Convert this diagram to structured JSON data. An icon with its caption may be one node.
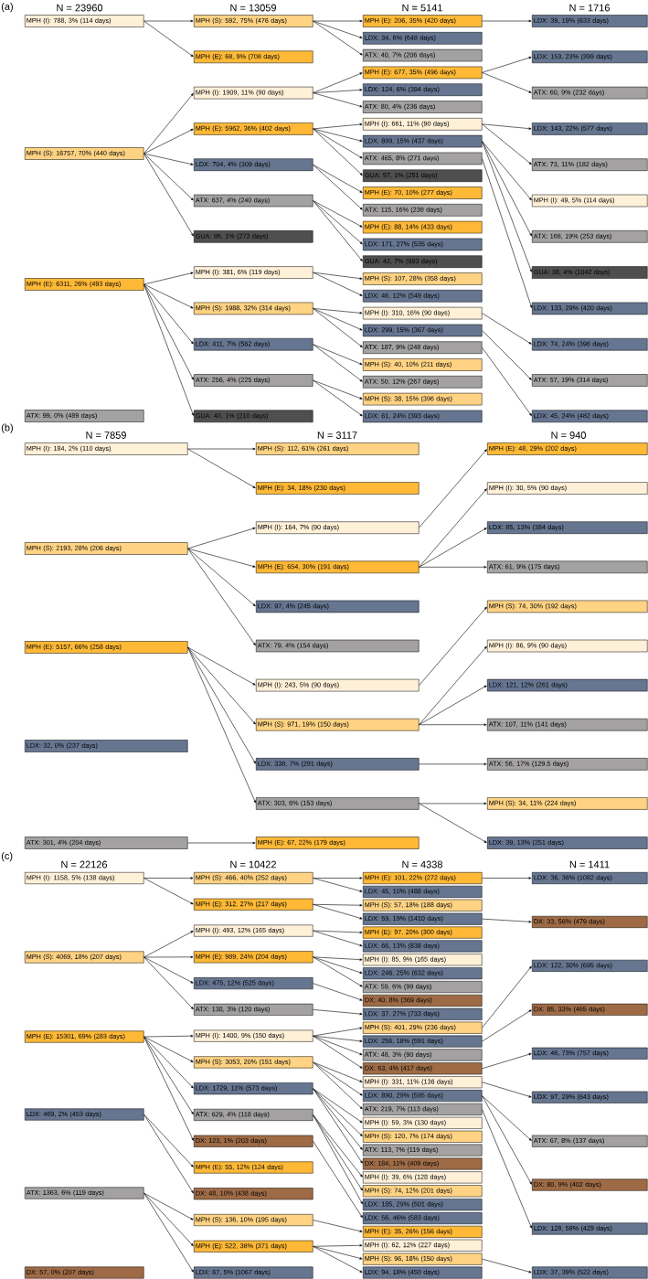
{
  "diagram": {
    "nodes": [
      {
        "text": [
          "MPH (I): 788, 3% (114 days)"
        ]
      },
      {
        "text": [
          "MPH (S): 16757, 70% (440 days)"
        ]
      },
      {
        "text": [
          "MPH (E): 6311, 26% (493 days)"
        ]
      },
      {
        "text": [
          "ATX: 99, 0% (489 days)"
        ]
      },
      {
        "text": [
          "MPH (S): 592, 75% (476 days)"
        ]
      },
      {
        "text": [
          "MPH (E): 68, 9% (708 days)"
        ]
      },
      {
        "text": [
          "MPH (I): 1909, 11% (90 days)"
        ]
      },
      {
        "text": [
          "MPH (E): 5962, 36% (402 days)"
        ]
      },
      {
        "text": [
          "LDX: 704, 4% (309 days)"
        ]
      },
      {
        "text": [
          "ATX: 637, 4% (240 days)"
        ]
      },
      {
        "text": [
          "GUA: 86, 1% (273 days)"
        ]
      },
      {
        "text": [
          "MPH (I): 381, 6% (119 days)"
        ]
      },
      {
        "text": [
          "MPH (S): 1988, 32% (314 days)"
        ]
      },
      {
        "text": [
          "LDX: 411, 7% (562 days)"
        ]
      },
      {
        "text": [
          "ATX: 256, 4% (225 days)"
        ]
      },
      {
        "text": [
          "GUA: 40, 1% (210 days)"
        ]
      },
      {
        "text": [
          "MPH (E): 206, 35% (420 days)"
        ]
      },
      {
        "text": [
          "LDX: 34, 6% (648 days)"
        ]
      },
      {
        "text": [
          "ATX: 40, 7% (206 days)"
        ]
      },
      {
        "text": [
          "MPH (E): 677, 35% (496 days)"
        ]
      },
      {
        "text": [
          "LDX: 124, 6% (394 days)"
        ]
      },
      {
        "text": [
          "ATX: 80, 4% (236 days)"
        ]
      },
      {
        "text": [
          "MPH (I): 661, 11% (90 days)"
        ]
      },
      {
        "text": [
          "LDX: 899, 15% (437 days)"
        ]
      },
      {
        "text": [
          "ATX: 465, 8% (271 days)"
        ]
      },
      {
        "text": [
          "GUA: 57, 1% (251 days)"
        ]
      },
      {
        "text": [
          "MPH (E): 70, 10% (277 days)"
        ]
      },
      {
        "text": [
          "ATX: 115, 16% (238 days)"
        ]
      },
      {
        "text": [
          "MPH (E): 88, 14% (433 days)"
        ]
      },
      {
        "text": [
          "LDX: 171, 27% (535 days)"
        ]
      },
      {
        "text": [
          "GUA: 42, 7% (693 days)"
        ]
      },
      {
        "text": [
          "MPH (S): 107, 28% (358 days)"
        ]
      },
      {
        "text": [
          "LDX: 46, 12% (549 days)"
        ]
      },
      {
        "text": [
          "MPH (I): 310, 16% (90 days)"
        ]
      },
      {
        "text": [
          "LDX: 299, 15% (367 days)"
        ]
      },
      {
        "text": [
          "ATX: 187, 9% (248 days)"
        ]
      },
      {
        "text": [
          "MPH (S): 40, 10% (211 days)"
        ]
      },
      {
        "text": [
          "ATX: 50, 12% (267 days)"
        ]
      },
      {
        "text": [
          "MPH (S): 38, 15% (396 days)"
        ]
      },
      {
        "text": [
          "LDX: 61, 24% (393 days)"
        ]
      },
      {
        "text": [
          "LDX: 39, 19% (633 days)"
        ]
      },
      {
        "text": [
          "LDX: 153, 23% (399 days)"
        ]
      },
      {
        "text": [
          "ATX: 60, 9% (232 days)"
        ]
      },
      {
        "text": [
          "LDX: 143, 22% (577 days)"
        ]
      },
      {
        "text": [
          "ATX: 73, 11% (182 days)"
        ]
      },
      {
        "text": [
          "MPH (I): 49, 5% (114 days)"
        ]
      },
      {
        "text": [
          "ATX: 168, 19% (253 days)"
        ]
      },
      {
        "text": [
          "GUA: 38, 4% (1042 days)"
        ]
      },
      {
        "text": [
          "LDX: 133, 29% (420 days)"
        ]
      },
      {
        "text": [
          "LDX: 74, 24% (396 days)"
        ]
      },
      {
        "text": [
          "ATX: 57, 19% (314 days)"
        ]
      },
      {
        "text": [
          "LDX: 45, 24% (482 days)"
        ]
      },
      {
        "text": [
          "MPH (I): 184, 2% (110 days)"
        ]
      },
      {
        "text": [
          "MPH (S): 2193, 28% (206 days)"
        ]
      },
      {
        "text": [
          "MPH (E): 5157, 66% (258 days)"
        ]
      },
      {
        "text": [
          "LDX: 32, 0% (237 days)"
        ]
      },
      {
        "text": [
          "ATX: 301, 4% (204 days)"
        ]
      },
      {
        "text": [
          "MPH (S): 112, 61% (261 days)"
        ]
      },
      {
        "text": [
          "MPH (E): 34, 18% (230 days)"
        ]
      },
      {
        "text": [
          "MPH (I): 164, 7% (90 days)"
        ]
      },
      {
        "text": [
          "MPH (E): 654, 30% (191 days)"
        ]
      },
      {
        "text": [
          "LDX: 97, 4% (245 days)"
        ]
      },
      {
        "text": [
          "ATX: 79, 4% (154 days)"
        ]
      },
      {
        "text": [
          "MPH (I): 243, 5% (90 days)"
        ]
      },
      {
        "text": [
          "MPH (S): 971, 19% (150 days)"
        ]
      },
      {
        "text": [
          "LDX: 338, 7% (291 days)"
        ]
      },
      {
        "text": [
          "ATX: 303, 6% (153 days)"
        ]
      },
      {
        "text": [
          "MPH (E): 67, 22% (179 days)"
        ]
      },
      {
        "text": [
          "MPH (E): 48, 29% (202 days)"
        ]
      },
      {
        "text": [
          "MPH (I): 30, 5% (90 days)"
        ]
      },
      {
        "text": [
          "LDX: 85, 13% (384 days)"
        ]
      },
      {
        "text": [
          "ATX: 61, 9% (175 days)"
        ]
      },
      {
        "text": [
          "MPH (S): 74, 30% (192 days)"
        ]
      },
      {
        "text": [
          "MPH (I): 86, 9% (90 days)"
        ]
      },
      {
        "text": [
          "LDX: 121, 12% (261 days)"
        ]
      },
      {
        "text": [
          "ATX: 107, 11% (141 days)"
        ]
      },
      {
        "text": [
          "ATX: 56, 17% (129.5 days)"
        ]
      },
      {
        "text": [
          "MPH (S): 34, 11% (224 days)"
        ]
      },
      {
        "text": [
          "LDX: 39, 13% (251 days)"
        ]
      },
      {
        "text": [
          "MPH (I): 1158, 5% (138 days)"
        ]
      },
      {
        "text": [
          "MPH (S): 4069, 18% (207 days)"
        ]
      },
      {
        "text": [
          "MPH (E): 15301, 69% (283 days)"
        ]
      },
      {
        "text": [
          "LDX: 469, 2% (453 days)"
        ]
      },
      {
        "text": [
          "ATX: 1363, 6% (119 days)"
        ]
      },
      {
        "text": [
          "DX: 57, 0% (207 days)"
        ]
      },
      {
        "text": [
          "MPH (S): 466, 40% (252 days)"
        ]
      },
      {
        "text": [
          "MPH (E): 312, 27% (217 days)"
        ]
      },
      {
        "text": [
          "MPH (I): 493, 12% (165 days)"
        ]
      },
      {
        "text": [
          "MPH (E): 989, 24% (204 days)"
        ]
      },
      {
        "text": [
          "LDX: 475, 12% (525 days)"
        ]
      },
      {
        "text": [
          "ATX: 138, 3% (120 days)"
        ]
      },
      {
        "text": [
          "MPH (I): 1400, 9% (150 days)"
        ]
      },
      {
        "text": [
          "MPH (S): 3053, 20% (151 days)"
        ]
      },
      {
        "text": [
          "LDX: 1729, 11% (573 days)"
        ]
      },
      {
        "text": [
          "ATX: 629, 4% (118 days)"
        ]
      },
      {
        "text": [
          "DX: 123, 1% (203 days)"
        ]
      },
      {
        "text": [
          "MPH (E): 55, 12% (124 days)"
        ]
      },
      {
        "text": [
          "DX: 48, 10% (438 days)"
        ]
      },
      {
        "text": [
          "MPH (S): 136, 10% (195 days)"
        ]
      },
      {
        "text": [
          "MPH (E): 522, 38% (371 days)"
        ]
      },
      {
        "text": [
          "LDX: 67, 5% (1067 days)"
        ]
      },
      {
        "text": [
          "MPH (E): 101, 22% (272 days)"
        ]
      },
      {
        "text": [
          "LDX: 45, 10% (488 days)"
        ]
      },
      {
        "text": [
          "MPH (S): 57, 18% (188 days)"
        ]
      },
      {
        "text": [
          "LDX: 59, 19% (1410 days)"
        ]
      },
      {
        "text": [
          "MPH (E): 97, 20% (300 days)"
        ]
      },
      {
        "text": [
          "LDX: 66, 13% (838 days)"
        ]
      },
      {
        "text": [
          "MPH (I): 85, 9% (165 days)"
        ]
      },
      {
        "text": [
          "LDX: 246, 25% (632 days)"
        ]
      },
      {
        "text": [
          "ATX: 59, 6% (99 days)"
        ]
      },
      {
        "text": [
          "DX: 40, 8% (369 days)"
        ]
      },
      {
        "text": [
          "LDX: 37, 27% (733 days)"
        ]
      },
      {
        "text": [
          "MPH (S): 401, 29% (236 days)"
        ]
      },
      {
        "text": [
          "LDX: 256, 18% (591 days)"
        ]
      },
      {
        "text": [
          "ATX: 48, 3% (90 days)"
        ]
      },
      {
        "text": [
          "DX: 63, 4% (417 days)"
        ]
      },
      {
        "text": [
          "MPH (I): 331, 11% (136 days)"
        ]
      },
      {
        "text": [
          "LDX: 890, 29% (595 days)"
        ]
      },
      {
        "text": [
          "ATX: 219, 7% (113 days)"
        ]
      },
      {
        "text": [
          "MPH (I): 59, 3% (130 days)"
        ]
      },
      {
        "text": [
          "MPH (S): 120, 7% (174 days)"
        ]
      },
      {
        "text": [
          "ATX: 113, 7% (119 days)"
        ]
      },
      {
        "text": [
          "DX: 184, 11% (409 days)"
        ]
      },
      {
        "text": [
          "MPH (I): 39, 6% (128 days)"
        ]
      },
      {
        "text": [
          "MPH (S): 74, 12% (201 days)"
        ]
      },
      {
        "text": [
          "LDX: 185, 29% (501 days)"
        ]
      },
      {
        "text": [
          "LDX: 56, 46% (583 days)"
        ]
      },
      {
        "text": [
          "MPH (E): 35, 26% (156 days)"
        ]
      },
      {
        "text": [
          "MPH (I): 62, 12% (227 days)"
        ]
      },
      {
        "text": [
          "MPH (S): 96, 18% (150 days)"
        ]
      },
      {
        "text": [
          "LDX: 94, 18% (450 days)"
        ]
      },
      {
        "text": [
          "LDX: 36, 36% (1082 days)"
        ]
      },
      {
        "text": [
          "DX: 33, 56% (479 days)"
        ]
      },
      {
        "text": [
          "LDX: 122, 30% (695 days)"
        ]
      },
      {
        "text": [
          "DX: 85, 33% (465 days)"
        ]
      },
      {
        "text": [
          "LDX: 46, 73% (757 days)"
        ]
      },
      {
        "text": [
          "LDX: 97, 29% (643 days)"
        ]
      },
      {
        "text": [
          "ATX: 67, 8% (137 days)"
        ]
      },
      {
        "text": [
          "DX: 80, 9% (402 days)"
        ]
      },
      {
        "text": [
          "LDX: 128, 58% (429 days)"
        ]
      },
      {
        "text": [
          "LDX: 37, 39% (522 days)"
        ]
      }
    ],
    "edges": [
      {
        "from": 0,
        "to": 4,
        "arrow": "to"
      },
      {
        "from": 0,
        "to": 5,
        "arrow": "to"
      },
      {
        "from": 1,
        "to": 6,
        "arrow": "to"
      },
      {
        "from": 1,
        "to": 7,
        "arrow": "to"
      },
      {
        "from": 1,
        "to": 8,
        "arrow": "to"
      },
      {
        "from": 1,
        "to": 9,
        "arrow": "to"
      },
      {
        "from": 1,
        "to": 10,
        "arrow": "to"
      },
      {
        "from": 2,
        "to": 11,
        "arrow": "to"
      },
      {
        "from": 2,
        "to": 12,
        "arrow": "to"
      },
      {
        "from": 2,
        "to": 13,
        "arrow": "to"
      },
      {
        "from": 2,
        "to": 14,
        "arrow": "to"
      },
      {
        "from": 2,
        "to": 15,
        "arrow": "to"
      },
      {
        "from": 4,
        "to": 16,
        "arrow": "to"
      },
      {
        "from": 4,
        "to": 17,
        "arrow": "to"
      },
      {
        "from": 4,
        "to": 18,
        "arrow": "to"
      },
      {
        "from": 6,
        "to": 19,
        "arrow": "to"
      },
      {
        "from": 6,
        "to": 20,
        "arrow": "to"
      },
      {
        "from": 6,
        "to": 21,
        "arrow": "to"
      },
      {
        "from": 7,
        "to": 22,
        "arrow": "to"
      },
      {
        "from": 7,
        "to": 23,
        "arrow": "to"
      },
      {
        "from": 7,
        "to": 24,
        "arrow": "to"
      },
      {
        "from": 7,
        "to": 25,
        "arrow": "to"
      },
      {
        "from": 8,
        "to": 26,
        "arrow": "to"
      },
      {
        "from": 8,
        "to": 27,
        "arrow": "to"
      },
      {
        "from": 9,
        "to": 28,
        "arrow": "to"
      },
      {
        "from": 9,
        "to": 29,
        "arrow": "to"
      },
      {
        "from": 9,
        "to": 30,
        "arrow": "to"
      },
      {
        "from": 11,
        "to": 31,
        "arrow": "to"
      },
      {
        "from": 11,
        "to": 32,
        "arrow": "to"
      },
      {
        "from": 12,
        "to": 33,
        "arrow": "to"
      },
      {
        "from": 12,
        "to": 34,
        "arrow": "to"
      },
      {
        "from": 12,
        "to": 35,
        "arrow": "to"
      },
      {
        "from": 13,
        "to": 36,
        "arrow": "to"
      },
      {
        "from": 13,
        "to": 37,
        "arrow": "to"
      },
      {
        "from": 14,
        "to": 38,
        "arrow": "to"
      },
      {
        "from": 14,
        "to": 39,
        "arrow": "to"
      },
      {
        "from": 16,
        "to": 40,
        "arrow": "to"
      },
      {
        "from": 19,
        "to": 41,
        "arrow": "to"
      },
      {
        "from": 19,
        "to": 42,
        "arrow": "to"
      },
      {
        "from": 22,
        "to": 43,
        "arrow": "to"
      },
      {
        "from": 22,
        "to": 44,
        "arrow": "to"
      },
      {
        "from": 23,
        "to": 45,
        "arrow": "to"
      },
      {
        "from": 23,
        "to": 46,
        "arrow": "to"
      },
      {
        "from": 23,
        "to": 47,
        "arrow": "to"
      },
      {
        "from": 24,
        "to": 48,
        "arrow": "to"
      },
      {
        "from": 33,
        "to": 49,
        "arrow": "to"
      },
      {
        "from": 34,
        "to": 50,
        "arrow": "to"
      },
      {
        "from": 35,
        "to": 51,
        "arrow": "to"
      },
      {
        "from": 52,
        "to": 57,
        "arrow": "to"
      },
      {
        "from": 52,
        "to": 58,
        "arrow": "to"
      },
      {
        "from": 53,
        "to": 59,
        "arrow": "to"
      },
      {
        "from": 53,
        "to": 60,
        "arrow": "to"
      },
      {
        "from": 53,
        "to": 61,
        "arrow": "to"
      },
      {
        "from": 53,
        "to": 62,
        "arrow": "to"
      },
      {
        "from": 54,
        "to": 63,
        "arrow": "to"
      },
      {
        "from": 54,
        "to": 64,
        "arrow": "to"
      },
      {
        "from": 54,
        "to": 65,
        "arrow": "to"
      },
      {
        "from": 54,
        "to": 66,
        "arrow": "to"
      },
      {
        "from": 56,
        "to": 67,
        "arrow": "to"
      },
      {
        "from": 59,
        "to": 68,
        "arrow": "to"
      },
      {
        "from": 60,
        "to": 69,
        "arrow": "to"
      },
      {
        "from": 60,
        "to": 70,
        "arrow": "to"
      },
      {
        "from": 60,
        "to": 71,
        "arrow": "to"
      },
      {
        "from": 63,
        "to": 72,
        "arrow": "to"
      },
      {
        "from": 64,
        "to": 73,
        "arrow": "to"
      },
      {
        "from": 64,
        "to": 74,
        "arrow": "to"
      },
      {
        "from": 64,
        "to": 75,
        "arrow": "to"
      },
      {
        "from": 65,
        "to": 76,
        "arrow": "to"
      },
      {
        "from": 66,
        "to": 77,
        "arrow": "to"
      },
      {
        "from": 66,
        "to": 78,
        "arrow": "to"
      },
      {
        "from": 79,
        "to": 85,
        "arrow": "to"
      },
      {
        "from": 79,
        "to": 86,
        "arrow": "to"
      },
      {
        "from": 80,
        "to": 87,
        "arrow": "to"
      },
      {
        "from": 80,
        "to": 88,
        "arrow": "to"
      },
      {
        "from": 80,
        "to": 89,
        "arrow": "to"
      },
      {
        "from": 80,
        "to": 90,
        "arrow": "to"
      },
      {
        "from": 81,
        "to": 91,
        "arrow": "to"
      },
      {
        "from": 81,
        "to": 92,
        "arrow": "to"
      },
      {
        "from": 81,
        "to": 93,
        "arrow": "to"
      },
      {
        "from": 81,
        "to": 94,
        "arrow": "to"
      },
      {
        "from": 81,
        "to": 95,
        "arrow": "to"
      },
      {
        "from": 82,
        "to": 96,
        "arrow": "to"
      },
      {
        "from": 82,
        "to": 97,
        "arrow": "to"
      },
      {
        "from": 83,
        "to": 98,
        "arrow": "to"
      },
      {
        "from": 83,
        "to": 99,
        "arrow": "to"
      },
      {
        "from": 83,
        "to": 100,
        "arrow": "to"
      },
      {
        "from": 85,
        "to": 101,
        "arrow": "to"
      },
      {
        "from": 85,
        "to": 102,
        "arrow": "to"
      },
      {
        "from": 86,
        "to": 103,
        "arrow": "to"
      },
      {
        "from": 86,
        "to": 104,
        "arrow": "to"
      },
      {
        "from": 87,
        "to": 105,
        "arrow": "to"
      },
      {
        "from": 87,
        "to": 106,
        "arrow": "to"
      },
      {
        "from": 88,
        "to": 107,
        "arrow": "to"
      },
      {
        "from": 88,
        "to": 108,
        "arrow": "to"
      },
      {
        "from": 88,
        "to": 109,
        "arrow": "to"
      },
      {
        "from": 89,
        "to": 110,
        "arrow": "to"
      },
      {
        "from": 90,
        "to": 111,
        "arrow": "to"
      },
      {
        "from": 91,
        "to": 112,
        "arrow": "to"
      },
      {
        "from": 91,
        "to": 113,
        "arrow": "to"
      },
      {
        "from": 91,
        "to": 114,
        "arrow": "to"
      },
      {
        "from": 91,
        "to": 115,
        "arrow": "to"
      },
      {
        "from": 92,
        "to": 116,
        "arrow": "to"
      },
      {
        "from": 92,
        "to": 117,
        "arrow": "to"
      },
      {
        "from": 92,
        "to": 118,
        "arrow": "to"
      },
      {
        "from": 93,
        "to": 119,
        "arrow": "to"
      },
      {
        "from": 93,
        "to": 120,
        "arrow": "to"
      },
      {
        "from": 93,
        "to": 121,
        "arrow": "to"
      },
      {
        "from": 93,
        "to": 122,
        "arrow": "to"
      },
      {
        "from": 94,
        "to": 123,
        "arrow": "to"
      },
      {
        "from": 94,
        "to": 124,
        "arrow": "to"
      },
      {
        "from": 94,
        "to": 125,
        "arrow": "to"
      },
      {
        "from": 95,
        "to": 126,
        "arrow": "to"
      },
      {
        "from": 98,
        "to": 127,
        "arrow": "to"
      },
      {
        "from": 99,
        "to": 128,
        "arrow": "to"
      },
      {
        "from": 99,
        "to": 129,
        "arrow": "to"
      },
      {
        "from": 99,
        "to": 130,
        "arrow": "to"
      },
      {
        "from": 101,
        "to": 131,
        "arrow": "to"
      },
      {
        "from": 104,
        "to": 132,
        "arrow": "to"
      },
      {
        "from": 112,
        "to": 133,
        "arrow": "to"
      },
      {
        "from": 113,
        "to": 134,
        "arrow": "to"
      },
      {
        "from": 115,
        "to": 135,
        "arrow": "to"
      },
      {
        "from": 116,
        "to": 136,
        "arrow": "to"
      },
      {
        "from": 117,
        "to": 137,
        "arrow": "to"
      },
      {
        "from": 117,
        "to": 138,
        "arrow": "to"
      },
      {
        "from": 118,
        "to": 139,
        "arrow": "to"
      },
      {
        "from": 129,
        "to": 140,
        "arrow": "to"
      }
    ],
    "labels": [
      "(a)",
      "N = 23960",
      "N = 13059",
      "N = 5141",
      "N = 1716",
      "(b)",
      "N = 7859",
      "N = 3117",
      "N = 940",
      "(c)",
      "N = 22126",
      "N = 10422",
      "N = 4338",
      "N = 1411"
    ]
  }
}
